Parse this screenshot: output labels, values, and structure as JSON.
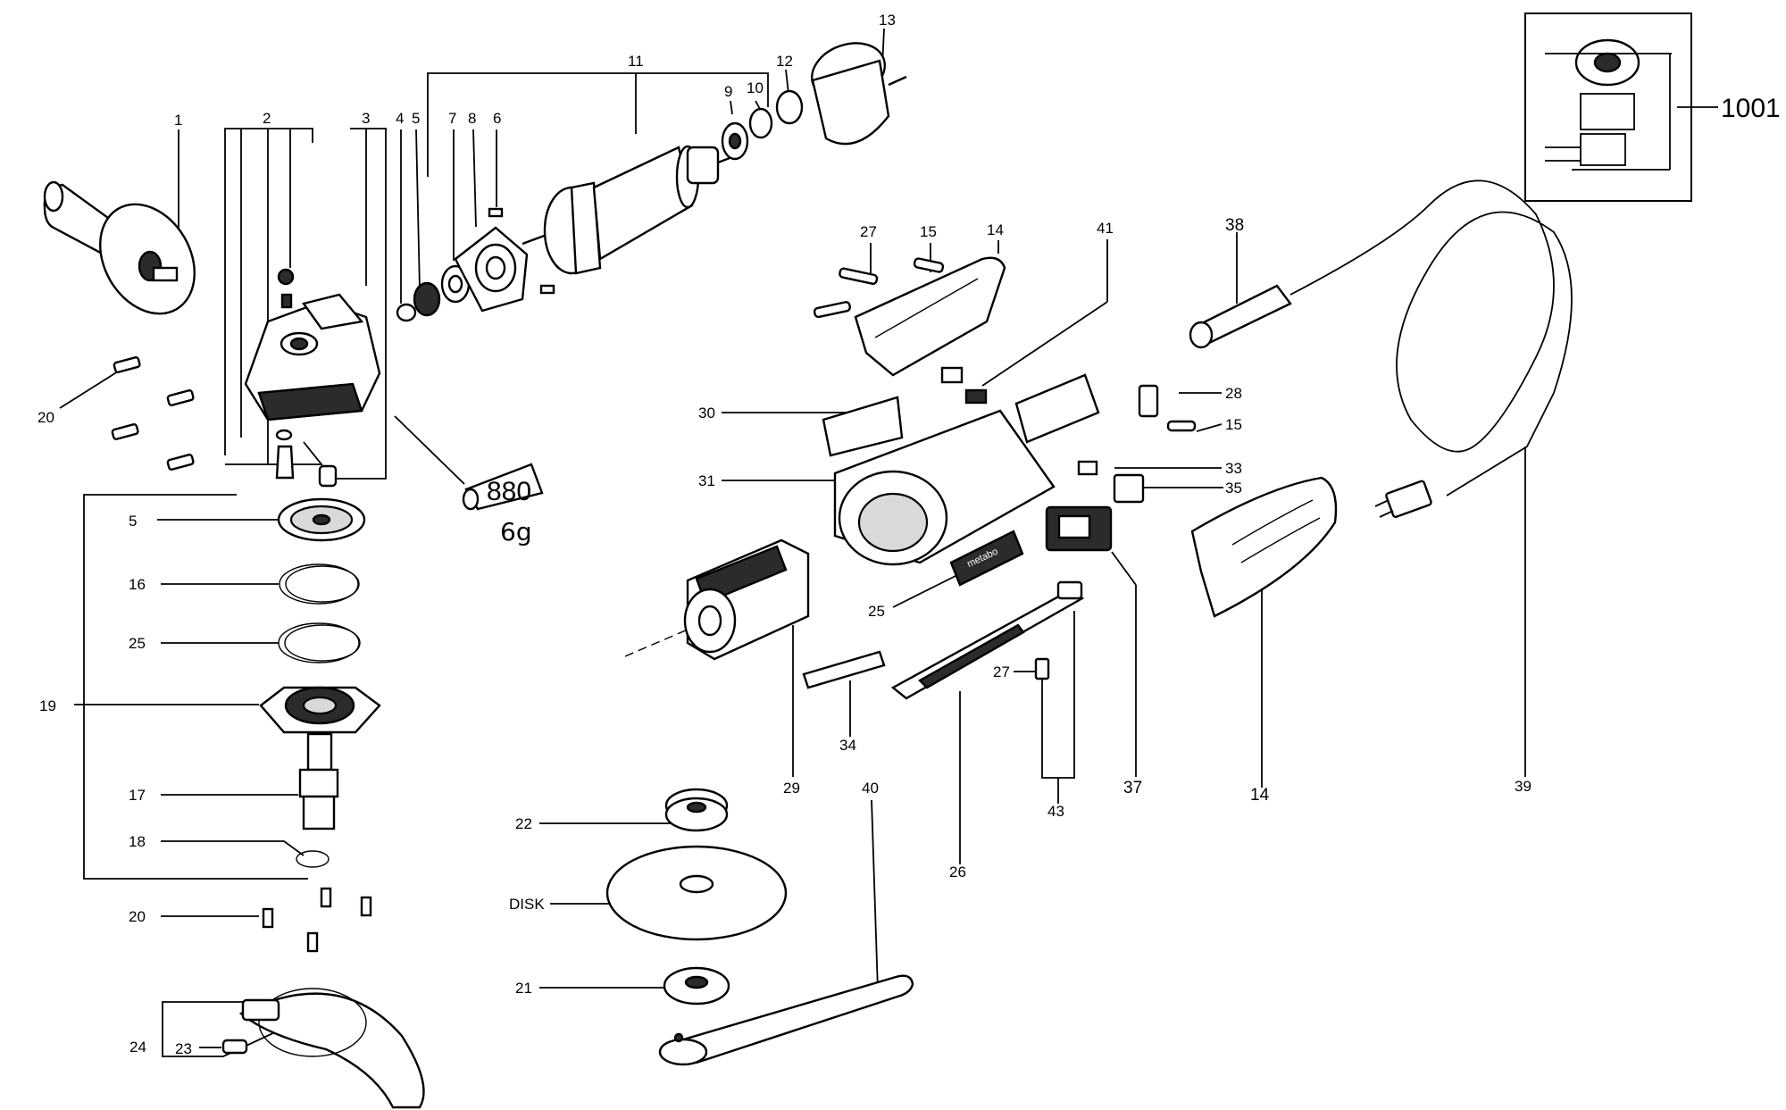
{
  "diagram": {
    "schematic_ref": "1001",
    "callouts": {
      "c1": "1",
      "c2": "2",
      "c3": "3",
      "c4": "4",
      "c5a": "5",
      "c5b": "5",
      "c6": "6",
      "c7": "7",
      "c8": "8",
      "c9": "9",
      "c10": "10",
      "c11": "11",
      "c12": "12",
      "c13": "13",
      "c14a": "14",
      "c14b": "14",
      "c15a": "15",
      "c15b": "15",
      "c16": "16",
      "c17": "17",
      "c18": "18",
      "c19": "19",
      "c20a": "20",
      "c20b": "20",
      "c21": "21",
      "c22": "22",
      "c23": "23",
      "c24": "24",
      "c25a": "25",
      "c25b": "25",
      "c26": "26",
      "c27a": "27",
      "c27b": "27",
      "c28": "28",
      "c29": "29",
      "c30": "30",
      "c31": "31",
      "c33": "33",
      "c34": "34",
      "c35": "35",
      "c37": "37",
      "c38": "38",
      "c39": "39",
      "c40": "40",
      "c41": "41",
      "c43": "43",
      "disk": "DISK"
    },
    "grease_tube": {
      "code": "880",
      "amount": "6g"
    },
    "brand_label": "metabo"
  }
}
